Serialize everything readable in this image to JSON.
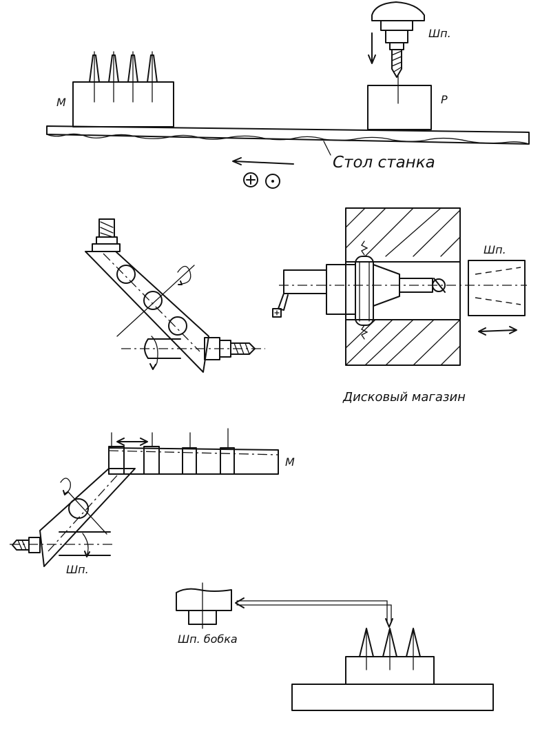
{
  "labels": {
    "magazine_m_top": "М",
    "spindle_top": "Шп.",
    "part_p": "Р",
    "machine_table": "Стол станка",
    "spindle_right": "Шп.",
    "disc_magazine": "Дисковый магазин",
    "magazine_m_mid": "М",
    "spindle_lower": "Шп.",
    "spindle_head": "Шп. бобка"
  },
  "icons": {
    "plus_symbol": "circle-plus-icon",
    "dot_symbol": "circle-dot-icon"
  }
}
